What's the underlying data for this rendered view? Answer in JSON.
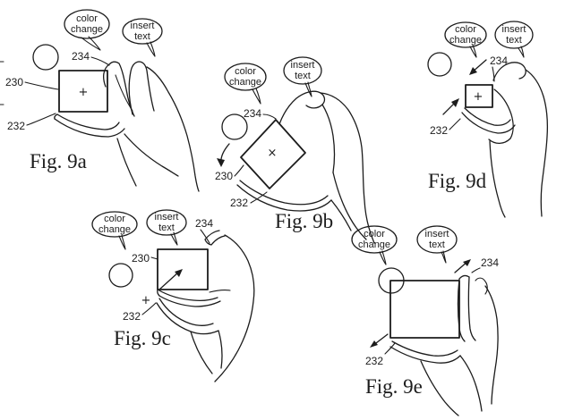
{
  "colors": {
    "ink": "#1c1c1c",
    "paper": "#ffffff"
  },
  "bubbles": {
    "color_change": [
      "color",
      "change"
    ],
    "insert_text": [
      "insert",
      "text"
    ]
  },
  "refs": {
    "r230": "230",
    "r232": "232",
    "r234": "234"
  },
  "markers": {
    "plus": "+",
    "cross": "×"
  },
  "figures": {
    "a": {
      "caption": "Fig. 9a"
    },
    "b": {
      "caption": "Fig. 9b"
    },
    "c": {
      "caption": "Fig. 9c"
    },
    "d": {
      "caption": "Fig. 9d"
    },
    "e": {
      "caption": "Fig. 9e"
    }
  }
}
